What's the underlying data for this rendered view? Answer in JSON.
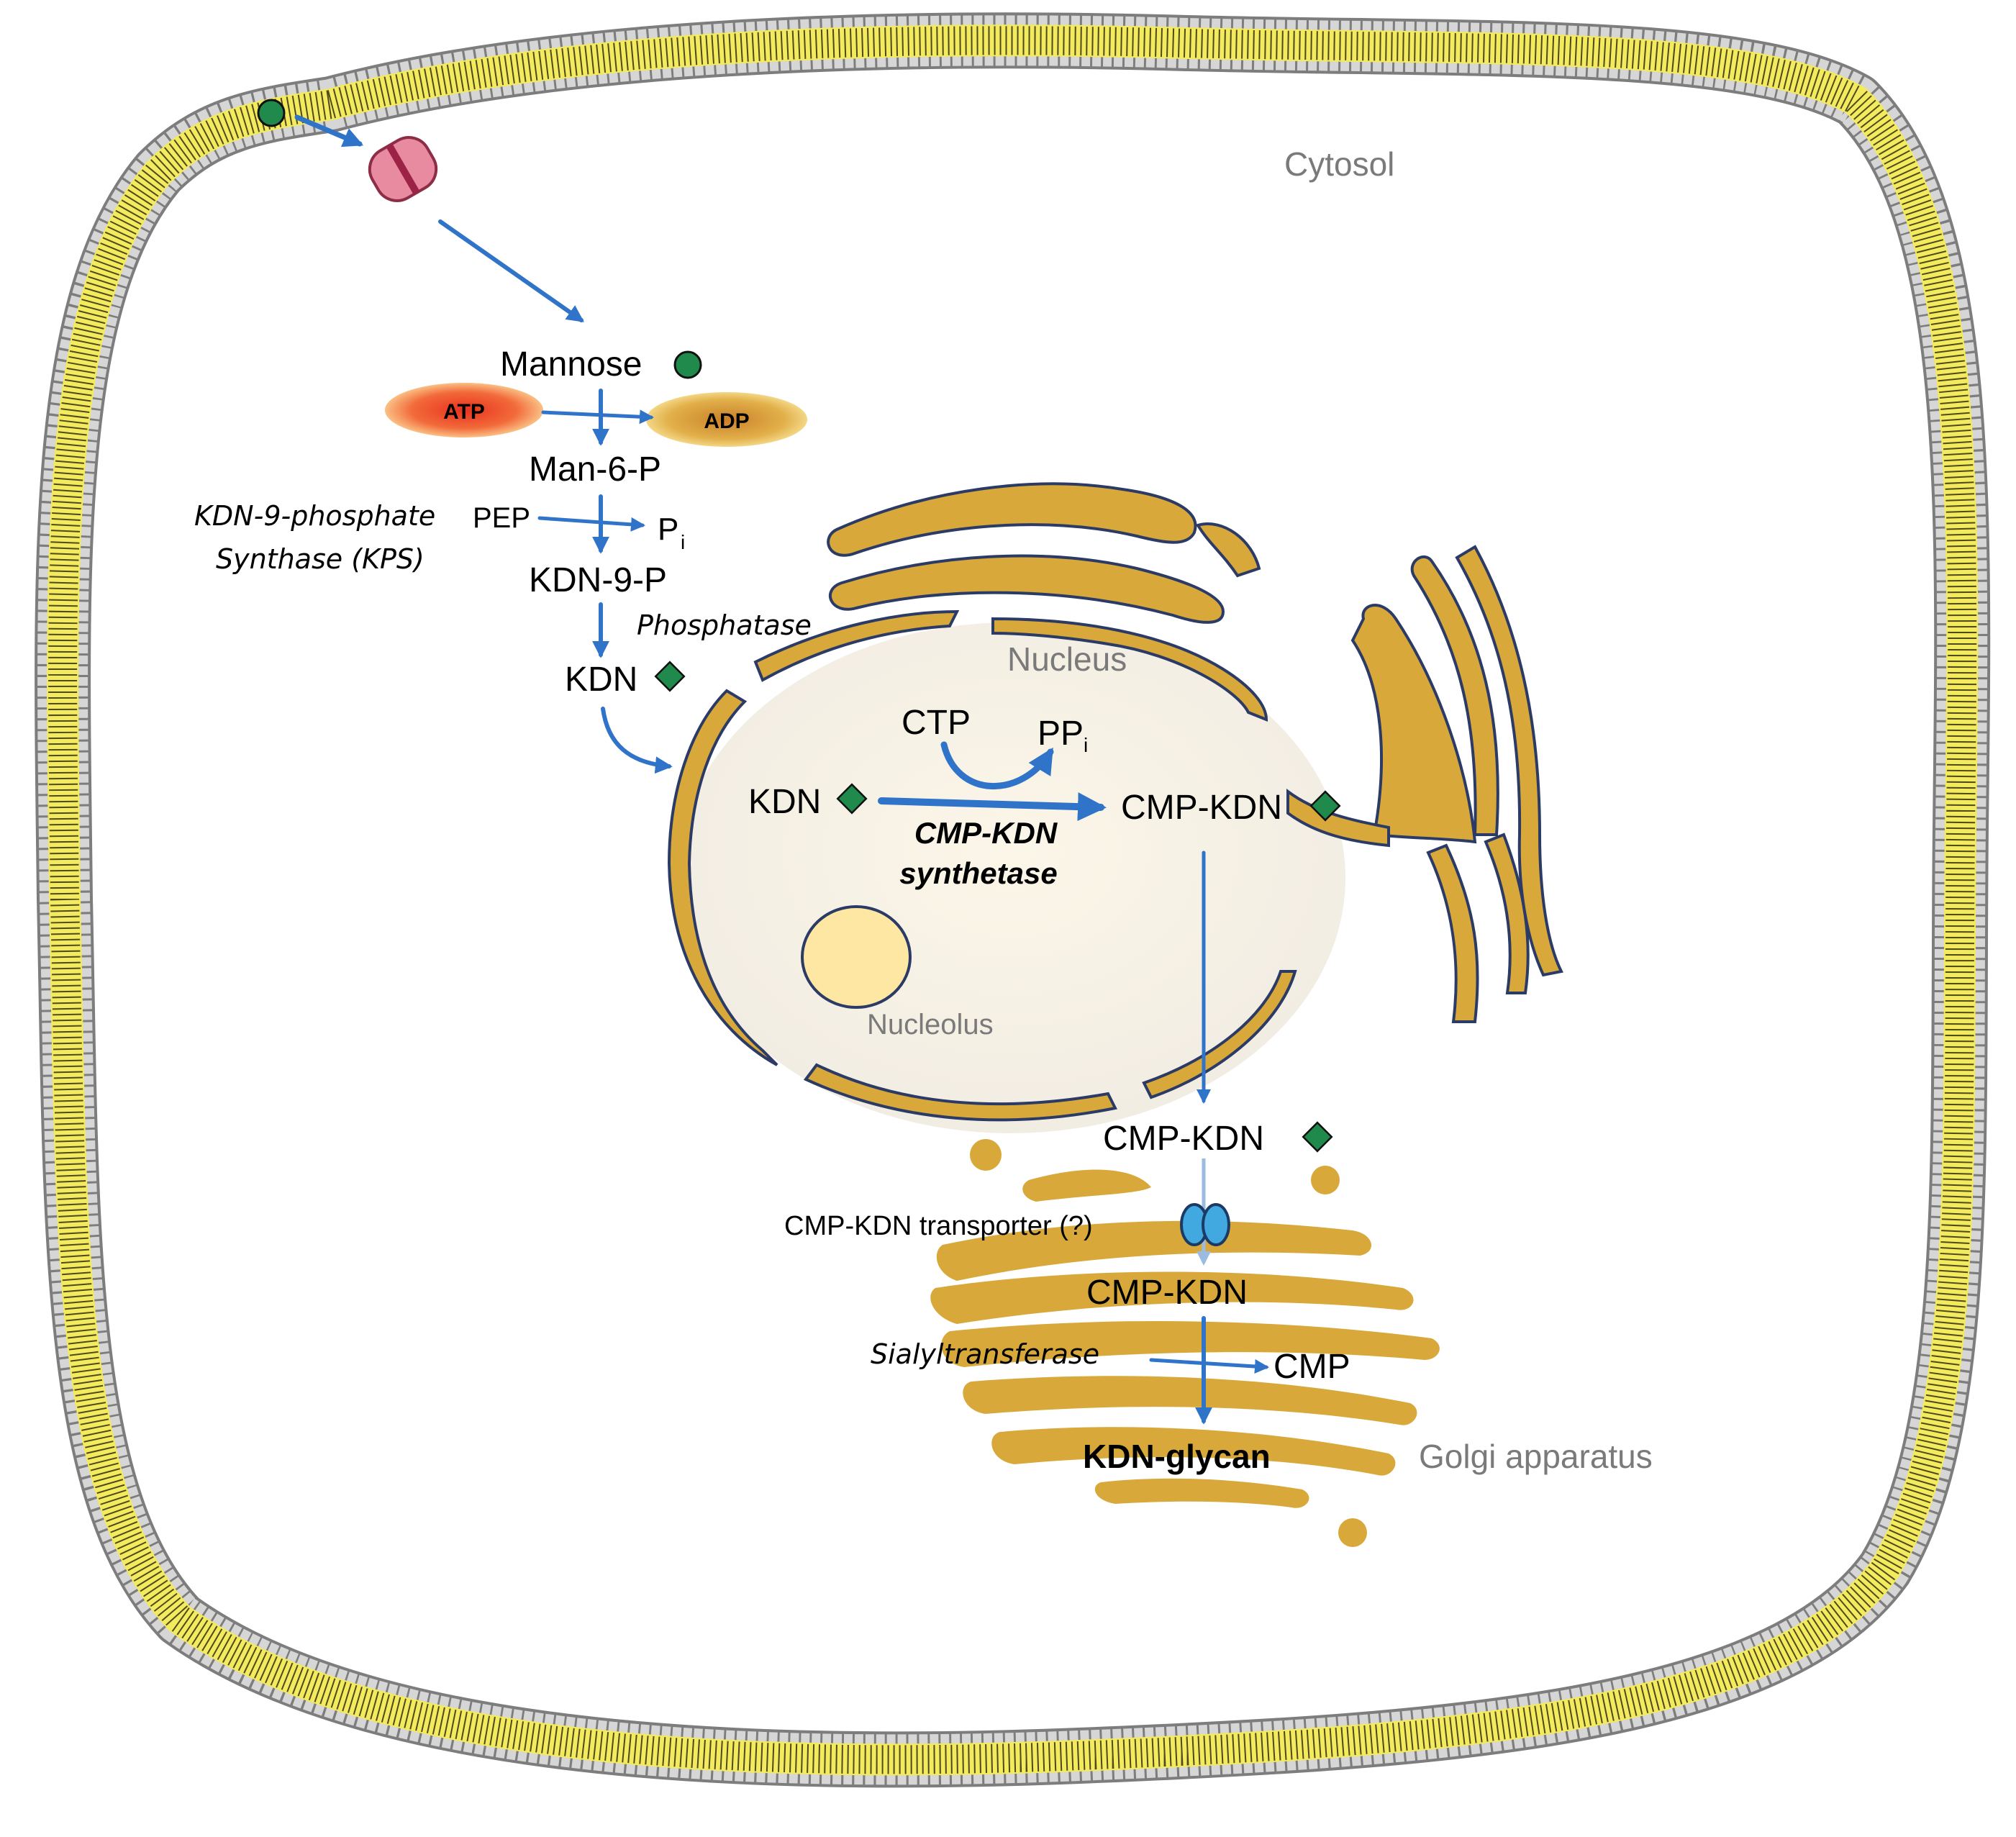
{
  "compartments": {
    "cytosol": "Cytosol",
    "nucleus": "Nucleus",
    "nucleolus": "Nucleolus",
    "golgi": "Golgi apparatus"
  },
  "cytosol_pathway": {
    "mannose": "Mannose",
    "atp": "ATP",
    "adp": "ADP",
    "man6p": "Man-6-P",
    "pep": "PEP",
    "pi": "P",
    "pi_sub": "i",
    "kps_line1": "KDN-9-phosphate",
    "kps_line2": "Synthase (KPS)",
    "kdn9p": "KDN-9-P",
    "phosphatase": "Phosphatase",
    "kdn": "KDN"
  },
  "nuclear_reaction": {
    "ctp": "CTP",
    "ppi": "PP",
    "ppi_sub": "i",
    "kdn": "KDN",
    "cmp_kdn": "CMP-KDN",
    "enzyme_line1": "CMP-KDN",
    "enzyme_line2": "synthetase"
  },
  "golgi_pathway": {
    "cmp_kdn_cytosol": "CMP-KDN",
    "transporter": "CMP-KDN transporter (?)",
    "cmp_kdn_lumen": "CMP-KDN",
    "sialyltransferase": "Sialyltransferase",
    "cmp": "CMP",
    "kdn_glycan": "KDN-glycan"
  },
  "colors": {
    "membrane_yellow": "#fbf27a",
    "membrane_head": "#c8c8c8",
    "organelle_gold": "#d8a93a",
    "arrow_blue": "#2f74c8",
    "mannose_green": "#1f8a4c",
    "kdn_diamond": "#1f8a4c",
    "channel_pink": "#e88ba0",
    "transporter_blue": "#41a9e0",
    "atp_red": "#e8321e",
    "adp_orange": "#c9802a"
  },
  "icons": [
    "mannose-circle-icon",
    "kdn-diamond-icon",
    "membrane-channel-icon",
    "transporter-icon"
  ]
}
